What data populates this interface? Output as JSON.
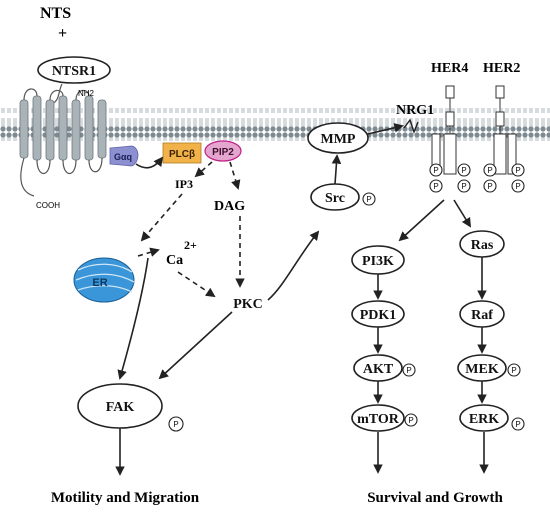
{
  "ligand": {
    "name": "NTS",
    "plus": "+"
  },
  "receptor": {
    "name": "NTSR1",
    "n_terminus": "NH2",
    "c_terminus": "COOH"
  },
  "membrane_proteins": {
    "g_protein": "Gαq",
    "plc": "PLCβ",
    "pip2": "PIP2"
  },
  "second_messengers": {
    "ip3": "IP3",
    "dag": "DAG",
    "ca": "Ca",
    "ca_charge": "2+"
  },
  "organelle": {
    "er": "ER"
  },
  "nodes": {
    "mmp": "MMP",
    "src": "Src",
    "pkc": "PKC",
    "fak": "FAK",
    "nrg1": "NRG1",
    "her4": "HER4",
    "her2": "HER2",
    "pi3k": "PI3K",
    "pdk1": "PDK1",
    "akt": "AKT",
    "mtor": "mTOR",
    "ras": "Ras",
    "raf": "Raf",
    "mek": "MEK",
    "erk": "ERK"
  },
  "phospho_label": "P",
  "outcomes": {
    "left": "Motility and Migration",
    "right": "Survival and Growth"
  },
  "colors": {
    "membrane": "#9aa7ad",
    "membrane_head": "#7d8a91",
    "receptor": "#a9b3b8",
    "g_protein": "#8c8fd0",
    "plc": "#f2b24a",
    "pip2": "#e4a6cf",
    "er": "#3a96d8"
  }
}
